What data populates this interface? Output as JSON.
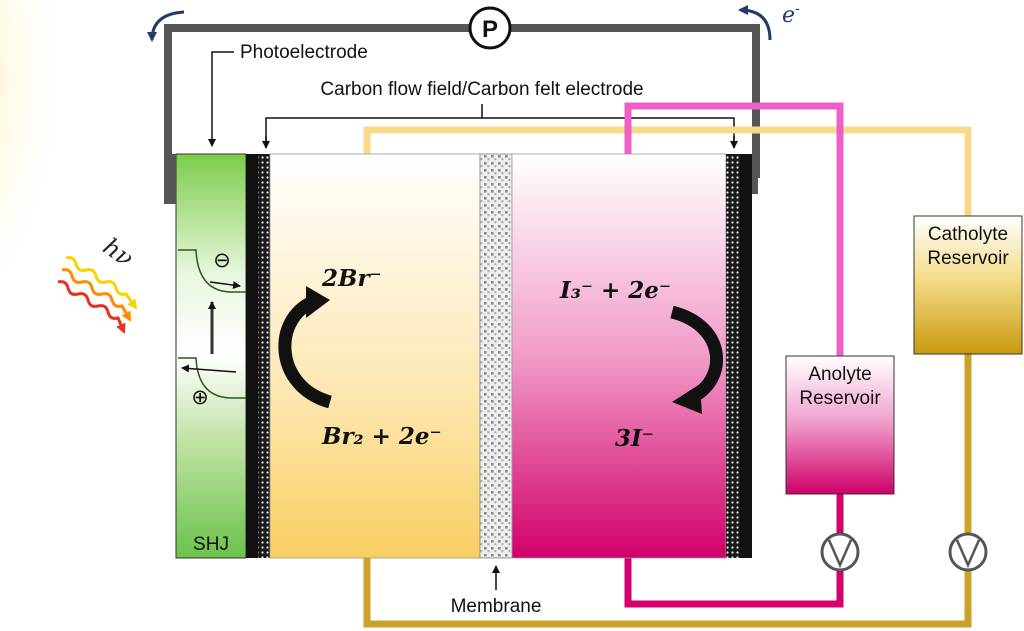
{
  "labels": {
    "photoelectrode": "Photoelectrode",
    "carbon_electrode": "Carbon flow field/Carbon felt electrode",
    "membrane": "Membrane",
    "shj": "SHJ",
    "catholyte_line1": "Catholyte",
    "catholyte_line2": "Reservoir",
    "anolyte_line1": "Anolyte",
    "anolyte_line2": "Reservoir",
    "power_symbol": "P",
    "electron": "e",
    "electron_sign": "-",
    "photon": "hν",
    "minus_symbol": "⊖",
    "plus_symbol": "⊕"
  },
  "equations": {
    "left_top": "2Br⁻",
    "left_bottom": "Br₂ + 2e⁻",
    "right_top": "I₃⁻ + 2e⁻",
    "right_bottom": "3I⁻"
  },
  "colors": {
    "photoelectrode_green": "#6cc24a",
    "catholyte_line": "#f8d98a",
    "return_line": "#c9a227",
    "anolyte_line": "#ee5fc9",
    "anolyte_dark": "#d4006e",
    "wire": "#555555",
    "electron_arrow": "#1f3b66"
  }
}
